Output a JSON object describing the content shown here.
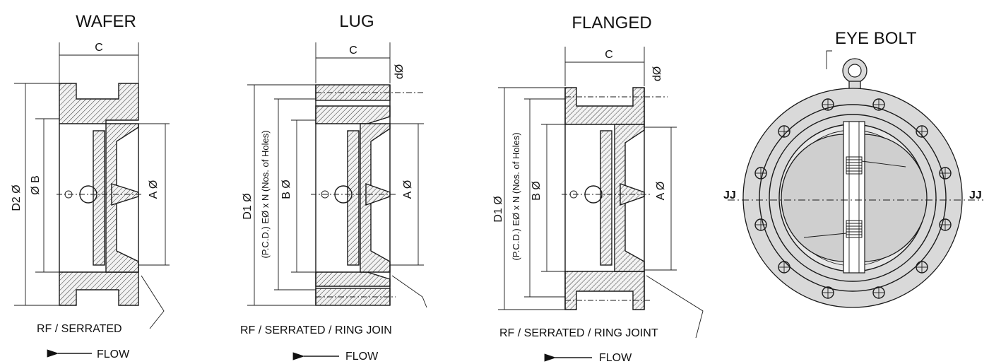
{
  "views": {
    "wafer": {
      "title": "WAFER",
      "dim_c": "C",
      "dim_d2": "D2 Ø",
      "dim_b": "Ø B",
      "dim_a": "A Ø",
      "face_note": "RF / SERRATED",
      "flow": "FLOW"
    },
    "lug": {
      "title": "LUG",
      "dim_c": "C",
      "dim_d": "dØ",
      "dim_d1": "D1 Ø",
      "pcd": "(P.C.D.) EØ x N (Nos. of Holes)",
      "dim_b": "B Ø",
      "dim_a": "A Ø",
      "face_note": "RF / SERRATED / RING JOIN",
      "flow": "FLOW"
    },
    "flanged": {
      "title": "FLANGED",
      "dim_c": "C",
      "dim_d": "dØ",
      "dim_d1": "D1 Ø",
      "pcd": "(P.C.D.) EØ x N (Nos. of Holes)",
      "dim_b": "B Ø",
      "dim_a": "A Ø",
      "face_note": "RF / SERRATED / RING JOINT",
      "flow": "FLOW"
    },
    "front": {
      "eye_bolt": "EYE BOLT",
      "section_left": "JJ",
      "section_right": "JJ"
    }
  },
  "colors": {
    "ink": "#1a1a1a",
    "body_fill": "#d9d9d9",
    "background": "#ffffff"
  }
}
